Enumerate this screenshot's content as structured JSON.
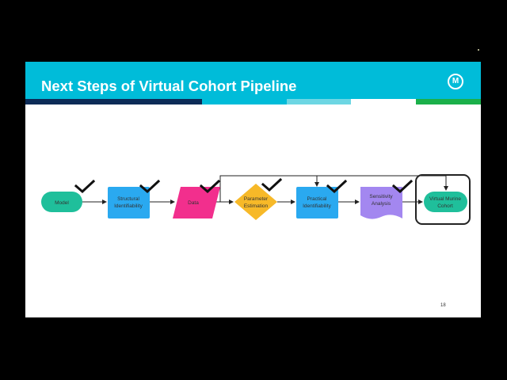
{
  "slide": {
    "title": "Next Steps of Virtual Cohort Pipeline",
    "logo": "M",
    "slide_number": "18",
    "colors": {
      "header": "#00bcd9",
      "stripe_navy": "#0c2b57",
      "stripe_light": "#6dd6e3",
      "stripe_green": "#1bb04a"
    }
  },
  "flow": {
    "nodes": [
      {
        "label1": "Model",
        "label2": "",
        "checked": true
      },
      {
        "label1": "Structural",
        "label2": "Identifiability",
        "checked": true
      },
      {
        "label1": "Data",
        "label2": "",
        "checked": true
      },
      {
        "label1": "Parameter",
        "label2": "Estimation",
        "checked": true
      },
      {
        "label1": "Practical",
        "label2": "Identifiability",
        "checked": true
      },
      {
        "label1": "Sensitivity",
        "label2": "Analysis",
        "checked": true
      },
      {
        "label1": "Virtual Murine",
        "label2": "Cohort",
        "checked": false
      }
    ]
  }
}
